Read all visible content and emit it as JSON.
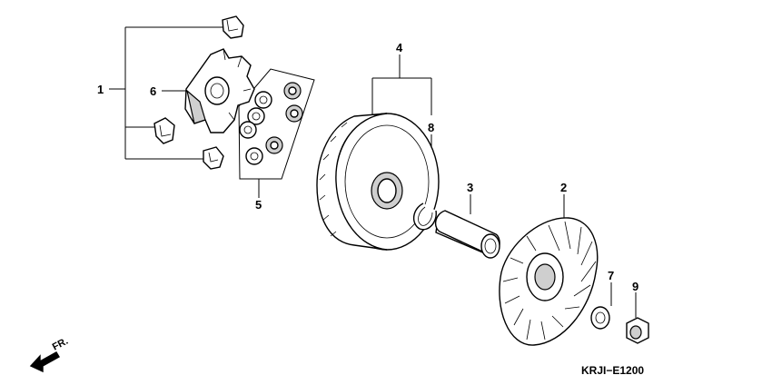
{
  "diagram": {
    "callouts": [
      {
        "id": "1",
        "label": "1"
      },
      {
        "id": "2",
        "label": "2"
      },
      {
        "id": "3",
        "label": "3"
      },
      {
        "id": "4",
        "label": "4"
      },
      {
        "id": "5",
        "label": "5"
      },
      {
        "id": "6",
        "label": "6"
      },
      {
        "id": "7",
        "label": "7"
      },
      {
        "id": "8",
        "label": "8"
      },
      {
        "id": "9",
        "label": "9"
      }
    ],
    "direction_label": "FR.",
    "diagram_code": "KRJI−E1200"
  }
}
